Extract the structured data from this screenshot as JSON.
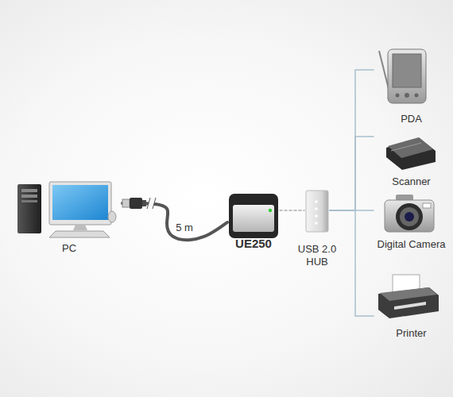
{
  "diagram": {
    "nodes": [
      {
        "text": [
          "PC"
        ]
      },
      {
        "text": [
          "UE250"
        ]
      },
      {
        "text": [
          "USB 2.0 HUB"
        ]
      },
      {
        "text": [
          "PDA"
        ]
      },
      {
        "text": [
          "Scanner"
        ]
      },
      {
        "text": [
          "Digital Camera"
        ]
      },
      {
        "text": [
          "Printer"
        ]
      }
    ],
    "edges": [
      {
        "from": 0,
        "to": 1,
        "label": "5 m",
        "arrow": "none"
      },
      {
        "from": 1,
        "to": 2,
        "arrow": "none"
      },
      {
        "from": 2,
        "to": 3,
        "arrow": "none"
      },
      {
        "from": 2,
        "to": 4,
        "arrow": "none"
      },
      {
        "from": 2,
        "to": 5,
        "arrow": "none"
      },
      {
        "from": 2,
        "to": 6,
        "arrow": "none"
      }
    ]
  }
}
